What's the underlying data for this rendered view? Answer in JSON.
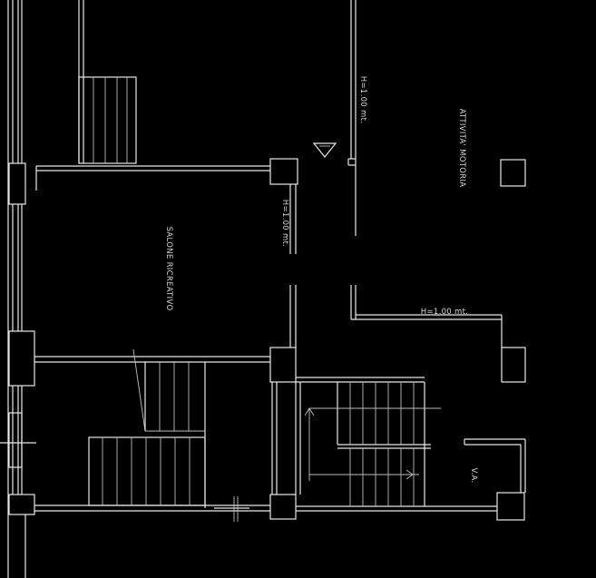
{
  "plan": {
    "rooms": [
      {
        "id": "attivita-motoria",
        "label": "ATTIVITA' MOTORIA"
      },
      {
        "id": "salone-ricreativo",
        "label": "SALONE RICREATIVO"
      },
      {
        "id": "via",
        "label": "V.A."
      }
    ],
    "heights": [
      {
        "id": "h-top",
        "label": "H=1.00 mt."
      },
      {
        "id": "h-mid",
        "label": "H=1.00 mt."
      },
      {
        "id": "h-right",
        "label": "H=1.00 mt."
      }
    ]
  }
}
